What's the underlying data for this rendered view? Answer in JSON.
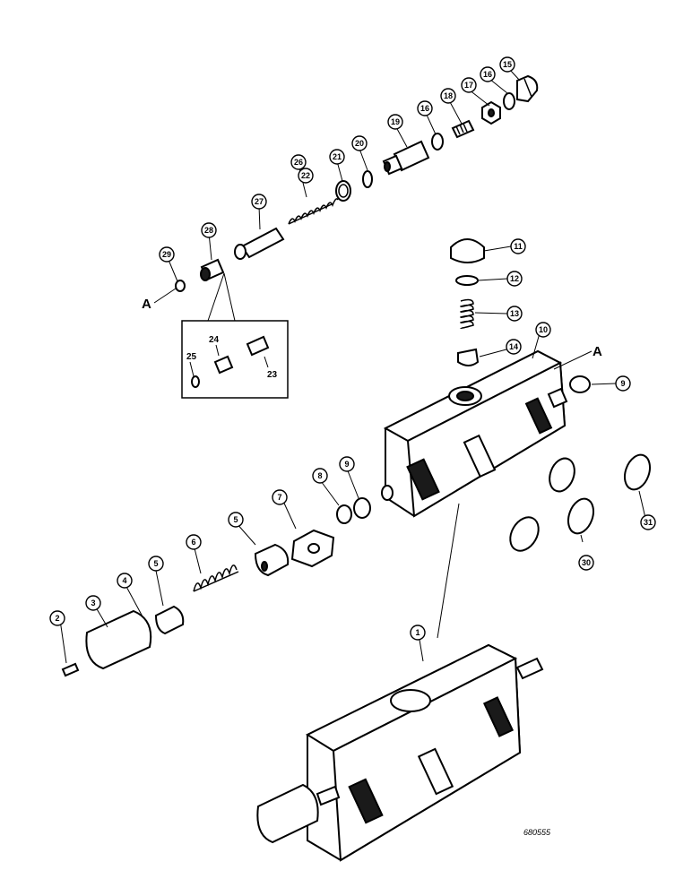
{
  "figure_number": "680555",
  "reference_letters": [
    "A",
    "A"
  ],
  "callouts": [
    {
      "id": "c15",
      "label": "15"
    },
    {
      "id": "c16a",
      "label": "16"
    },
    {
      "id": "c17",
      "label": "17"
    },
    {
      "id": "c18",
      "label": "18"
    },
    {
      "id": "c16b",
      "label": "16"
    },
    {
      "id": "c19",
      "label": "19"
    },
    {
      "id": "c20",
      "label": "20"
    },
    {
      "id": "c21",
      "label": "21"
    },
    {
      "id": "c26",
      "label": "26"
    },
    {
      "id": "c22",
      "label": "22"
    },
    {
      "id": "c27",
      "label": "27"
    },
    {
      "id": "c28",
      "label": "28"
    },
    {
      "id": "c29",
      "label": "29"
    },
    {
      "id": "c11",
      "label": "11"
    },
    {
      "id": "c12",
      "label": "12"
    },
    {
      "id": "c13",
      "label": "13"
    },
    {
      "id": "c14",
      "label": "14"
    },
    {
      "id": "c10",
      "label": "10"
    },
    {
      "id": "c9a",
      "label": "9"
    },
    {
      "id": "c9b",
      "label": "9"
    },
    {
      "id": "c8",
      "label": "8"
    },
    {
      "id": "c7",
      "label": "7"
    },
    {
      "id": "c5a",
      "label": "5"
    },
    {
      "id": "c6",
      "label": "6"
    },
    {
      "id": "c5b",
      "label": "5"
    },
    {
      "id": "c4",
      "label": "4"
    },
    {
      "id": "c3",
      "label": "3"
    },
    {
      "id": "c2",
      "label": "2"
    },
    {
      "id": "c1",
      "label": "1"
    },
    {
      "id": "c30",
      "label": "30"
    },
    {
      "id": "c31",
      "label": "31"
    }
  ],
  "inset_labels": [
    {
      "id": "i24",
      "label": "24"
    },
    {
      "id": "i25",
      "label": "25"
    },
    {
      "id": "i23",
      "label": "23"
    }
  ]
}
